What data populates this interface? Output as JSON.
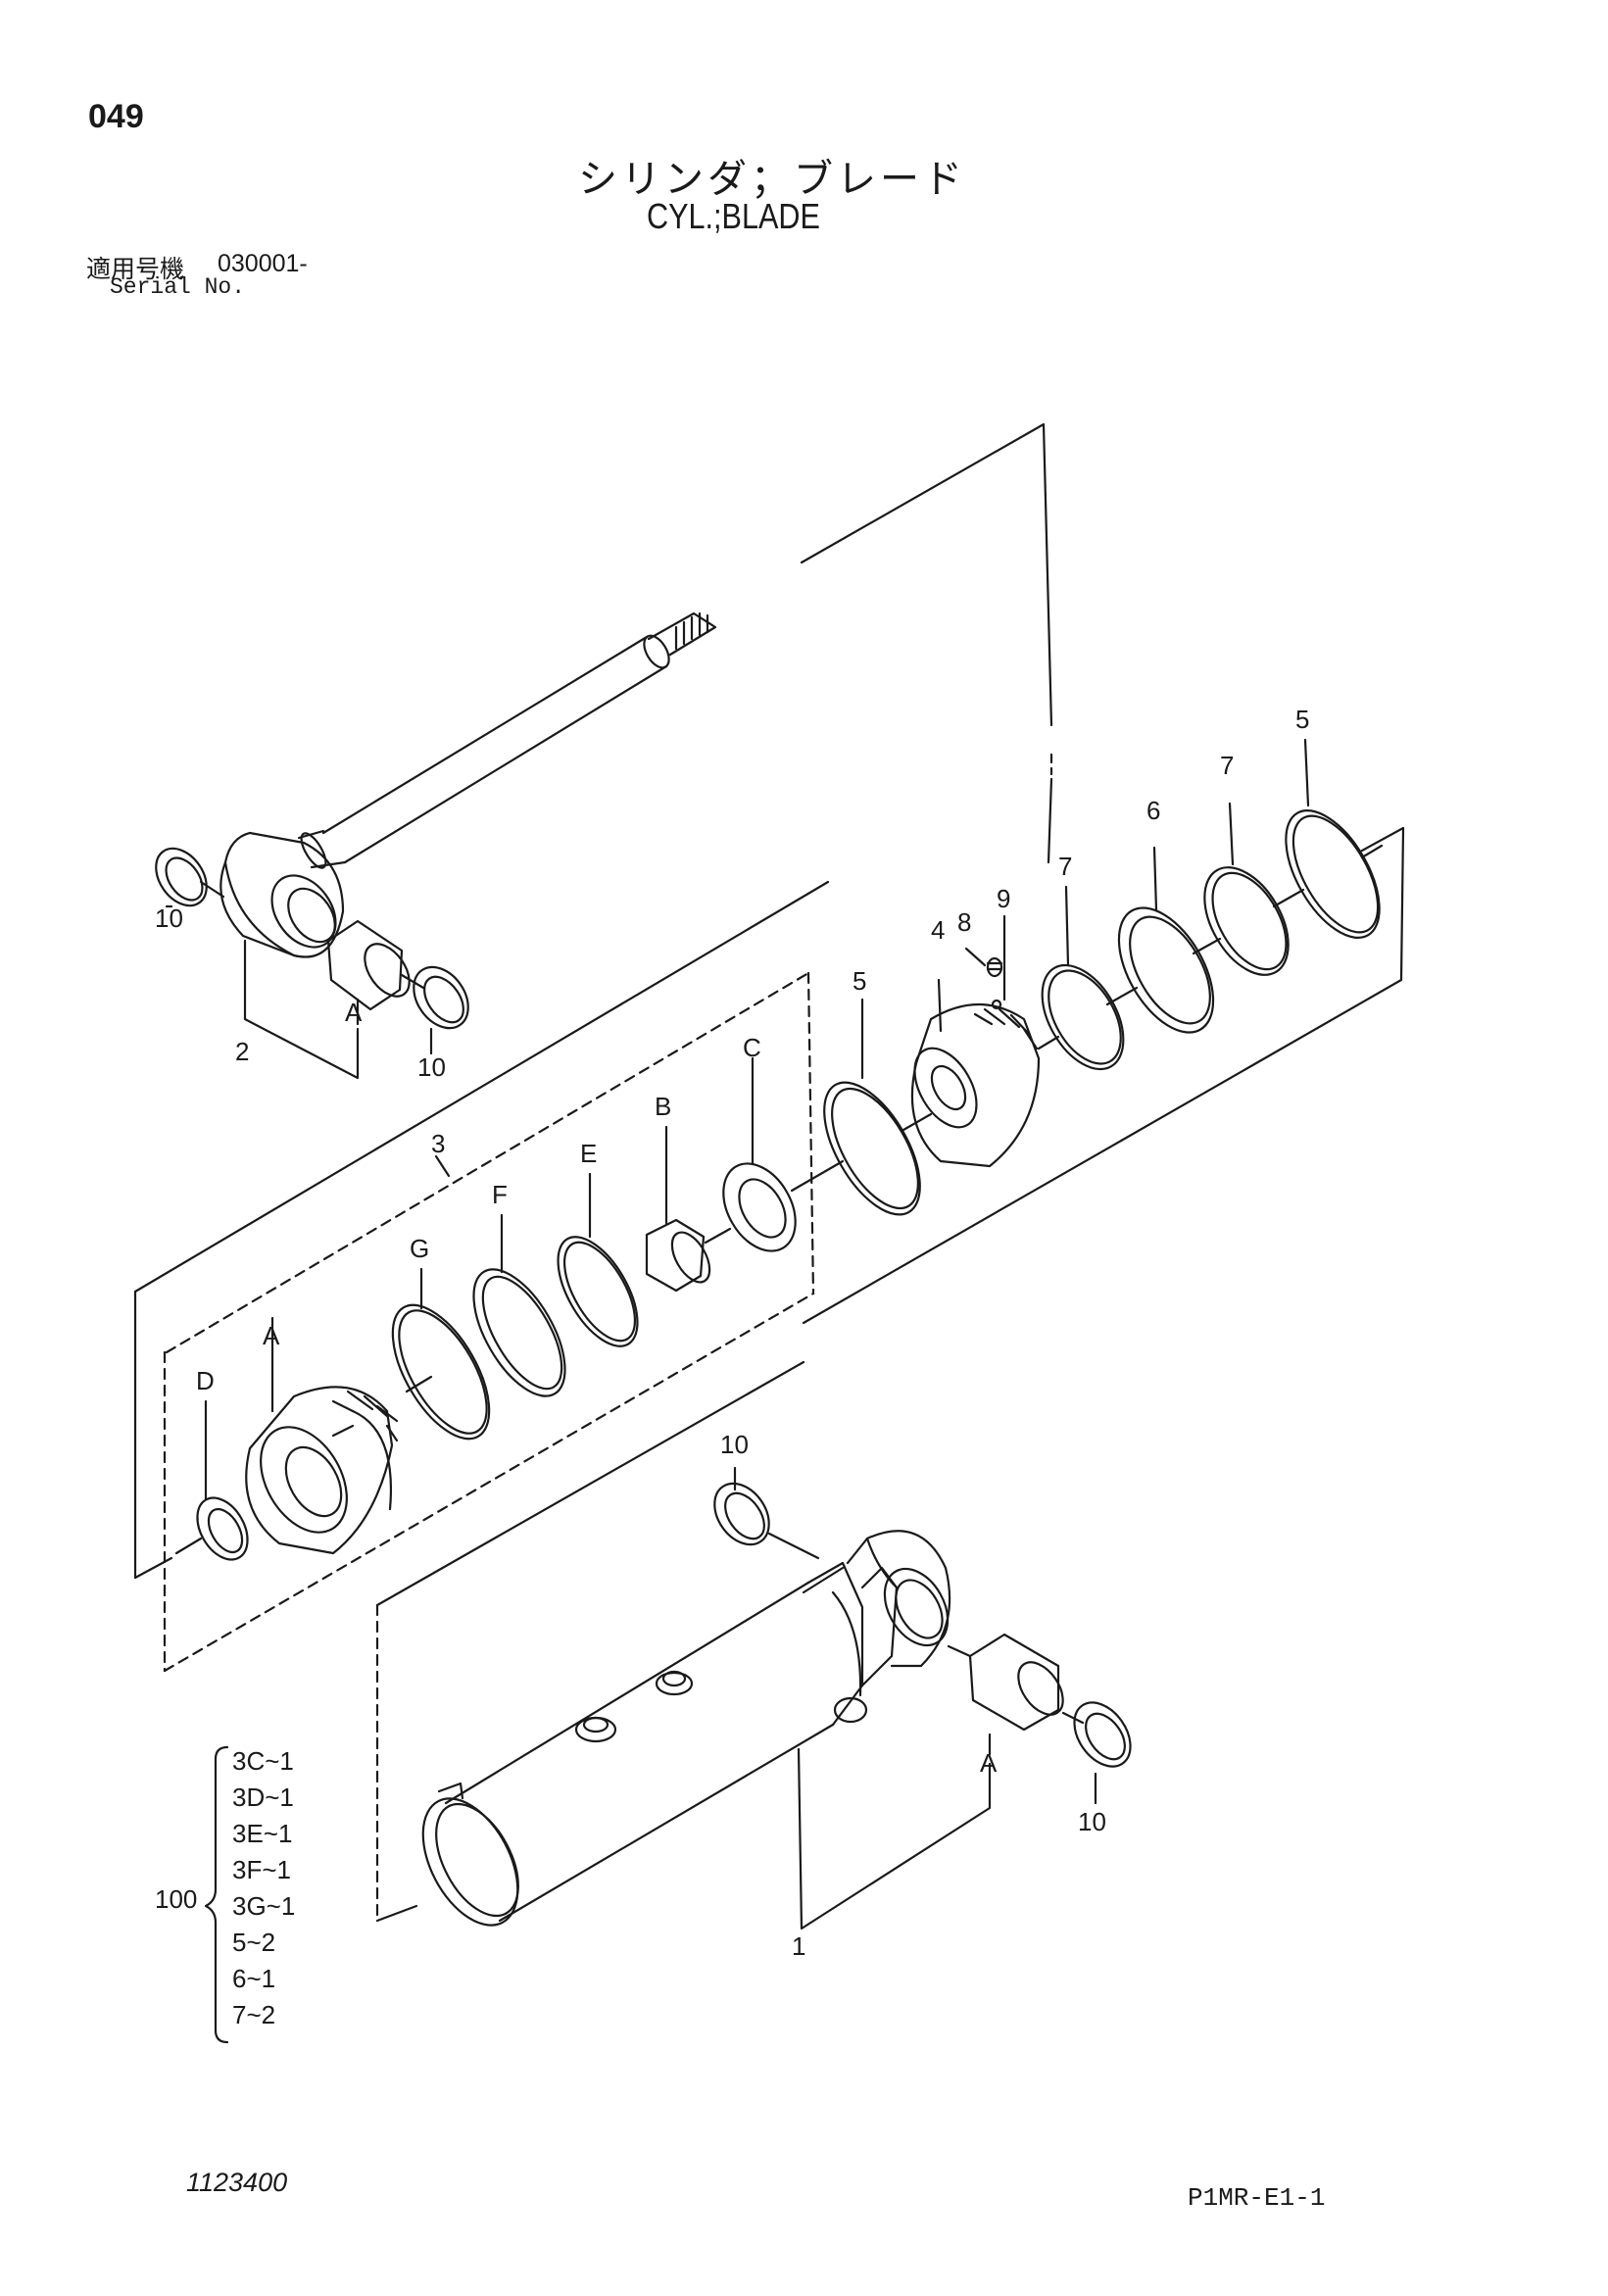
{
  "header": {
    "page_number": "049",
    "title_jp": "シリンダ；ブレード",
    "title_en": "CYL.;BLADE",
    "serial_label_jp": "適用号機",
    "serial_range": "030001-",
    "serial_label_en": "Serial No."
  },
  "callouts": {
    "rod_seal_left": "10",
    "rod_end": "2",
    "rod_bushing": "A",
    "rod_seal_right": "10",
    "seal_kit": "3",
    "head_dust_seal": "D",
    "head": "A",
    "head_oring": "G",
    "head_backup_ring": "F",
    "head_oring_inner": "E",
    "head_bushing": "B",
    "head_seal": "C",
    "piston_wear_ring": "5",
    "piston": "4",
    "set_screw": "8",
    "steel_ball": "9",
    "piston_slide_ring_a": "7",
    "piston_seal": "6",
    "piston_slide_ring_b": "7",
    "piston_wear_ring_b": "5",
    "tube_seal_top": "10",
    "tube_bushing": "A",
    "tube_seal_right": "10",
    "tube": "1"
  },
  "seal_kit_list": {
    "number": "100",
    "items": [
      "3C~1",
      "3D~1",
      "3E~1",
      "3F~1",
      "3G~1",
      "5~2",
      "6~1",
      "7~2"
    ]
  },
  "footer": {
    "doc_number": "1123400",
    "page_code": "P1MR-E1-1"
  }
}
